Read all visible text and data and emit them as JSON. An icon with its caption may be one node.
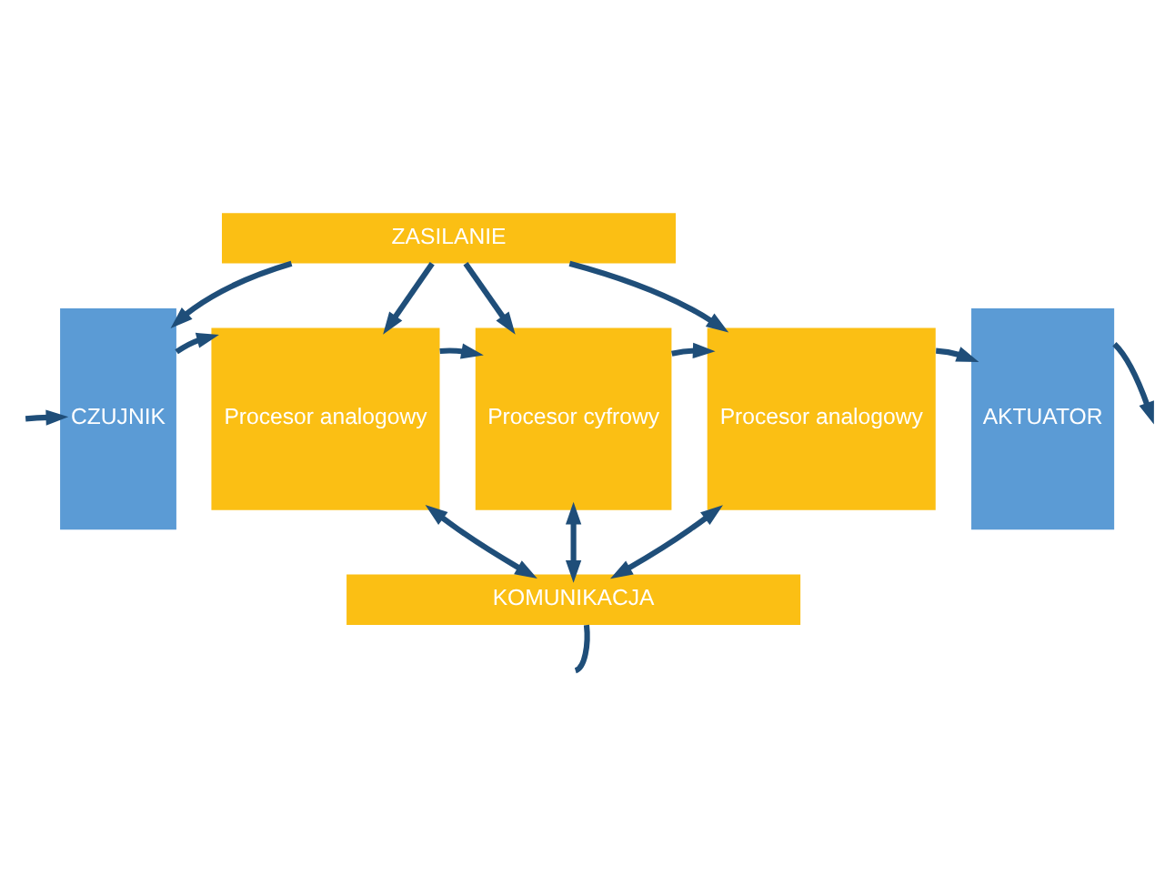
{
  "diagram": {
    "nodes": [
      {
        "text": [
          "ZASILANIE"
        ]
      },
      {
        "text": [
          "CZUJNIK"
        ]
      },
      {
        "text": [
          "Procesor analogowy"
        ]
      },
      {
        "text": [
          "Procesor cyfrowy"
        ]
      },
      {
        "text": [
          "Procesor analogowy"
        ]
      },
      {
        "text": [
          "AKTUATOR"
        ]
      },
      {
        "text": [
          "KOMUNIKACJA"
        ]
      }
    ],
    "edges": [
      {
        "from": 0,
        "to": 1,
        "arrow": "to"
      },
      {
        "from": 0,
        "to": 2,
        "arrow": "to"
      },
      {
        "from": 0,
        "to": 3,
        "arrow": "to"
      },
      {
        "from": 0,
        "to": 4,
        "arrow": "to"
      },
      {
        "from": null,
        "to": 1,
        "arrow": "to"
      },
      {
        "from": 1,
        "to": 2,
        "arrow": "to"
      },
      {
        "from": 2,
        "to": 3,
        "arrow": "to"
      },
      {
        "from": 3,
        "to": 4,
        "arrow": "to"
      },
      {
        "from": 4,
        "to": 5,
        "arrow": "to"
      },
      {
        "from": 5,
        "to": null,
        "arrow": "to"
      },
      {
        "from": 2,
        "to": 6,
        "arrow": "both"
      },
      {
        "from": 3,
        "to": 6,
        "arrow": "both"
      },
      {
        "from": 4,
        "to": 6,
        "arrow": "both"
      },
      {
        "from": null,
        "to": 6,
        "arrow": "none"
      }
    ]
  }
}
